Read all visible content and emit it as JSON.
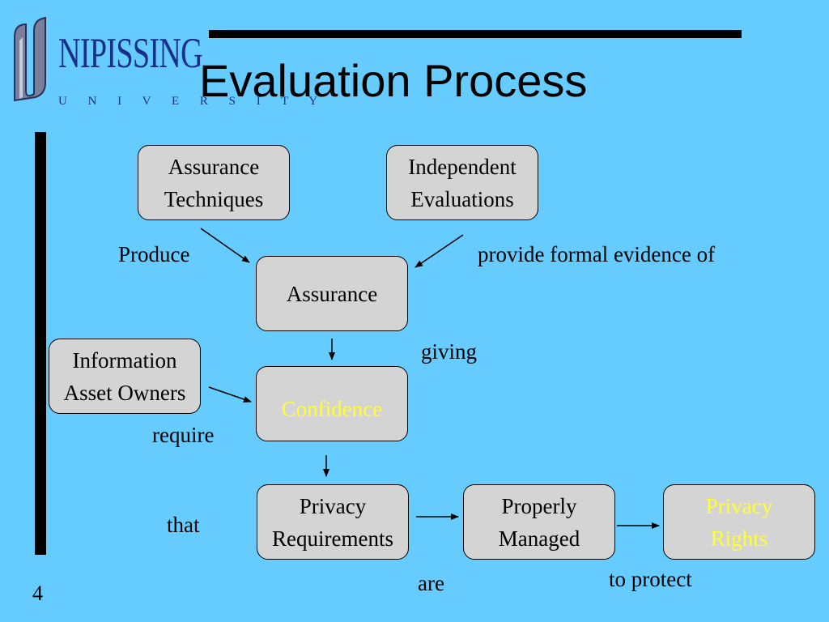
{
  "logo": {
    "name": "NIPISSING",
    "subtitle": "U N I V E R S I T Y"
  },
  "slide": {
    "title": "Evaluation Process",
    "page_number": "4"
  },
  "colors": {
    "background": "#66ccff",
    "box_fill": "#d4d4d4",
    "highlight_text": "#ffff33",
    "logo_blue": "#1a2f8a"
  },
  "nodes": {
    "assurance_techniques": "Assurance\nTechniques",
    "independent_evaluations": "Independent\nEvaluations",
    "assurance": "Assurance",
    "information_asset_owners": "Information\nAsset Owners",
    "confidence": "Confidence",
    "privacy_requirements": "Privacy\nRequirements",
    "properly_managed": "Properly\nManaged",
    "privacy_rights": "Privacy\nRights"
  },
  "edge_labels": {
    "produce": "Produce",
    "provide_formal_evidence_of": "provide formal evidence of",
    "giving": "giving",
    "require": "require",
    "that": "that",
    "are": "are",
    "to_protect": "to protect"
  }
}
